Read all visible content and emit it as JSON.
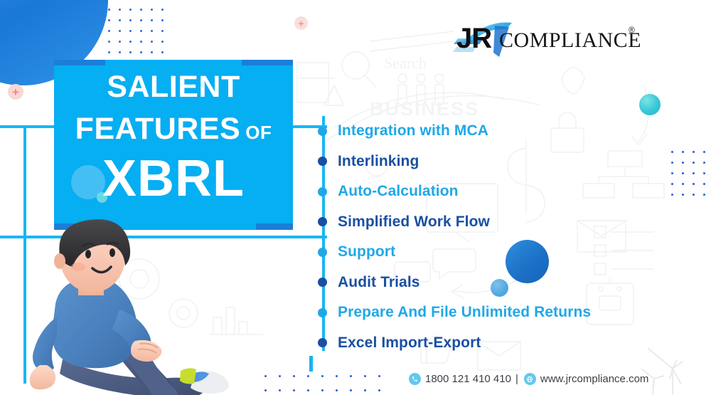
{
  "brand": {
    "logo_mark": "JR",
    "logo_word": "COMPLIANCE",
    "registered_mark": "®"
  },
  "title": {
    "line1": "SALIENT",
    "line2": "FEATURES",
    "line2_suffix": "OF",
    "line3": "XBRL"
  },
  "features": [
    {
      "label": "Integration with MCA",
      "color": "#1fa8e8"
    },
    {
      "label": "Interlinking",
      "color": "#1a4fa3"
    },
    {
      "label": "Auto-Calculation",
      "color": "#1fa8e8"
    },
    {
      "label": "Simplified Work Flow",
      "color": "#1a4fa3"
    },
    {
      "label": "Support",
      "color": "#1fa8e8"
    },
    {
      "label": "Audit Trials",
      "color": "#1a4fa3"
    },
    {
      "label": "Prepare And File Unlimited Returns",
      "color": "#1fa8e8"
    },
    {
      "label": "Excel Import-Export",
      "color": "#1a4fa3"
    }
  ],
  "footer": {
    "phone_icon": "phone-icon",
    "phone": "1800 121 410 410",
    "separator": "|",
    "web_icon": "globe-icon",
    "website": "www.jrcompliance.com"
  },
  "colors": {
    "accent_cyan": "#06AEF2",
    "rail_cyan": "#19b6f3",
    "light_blue_text": "#1fa8e8",
    "navy_text": "#1a4fa3",
    "deep_blue": "#1b7ed8",
    "turquoise": "#36c7d8",
    "pink_badge": "#f9d7d4",
    "background": "#ffffff"
  },
  "decorations": {
    "quarter_circle": "blue-quarter-circle",
    "plus_badge": "+",
    "plus_badge_2": "+",
    "turquoise_dot": "turquoise-circle",
    "big_blue_dot": "large-blue-circle",
    "mid_blue_dot": "small-blue-circle",
    "wind_turbines": "wind-turbine-sketch",
    "doodle_words": [
      "Search",
      "BUSINESS"
    ]
  }
}
